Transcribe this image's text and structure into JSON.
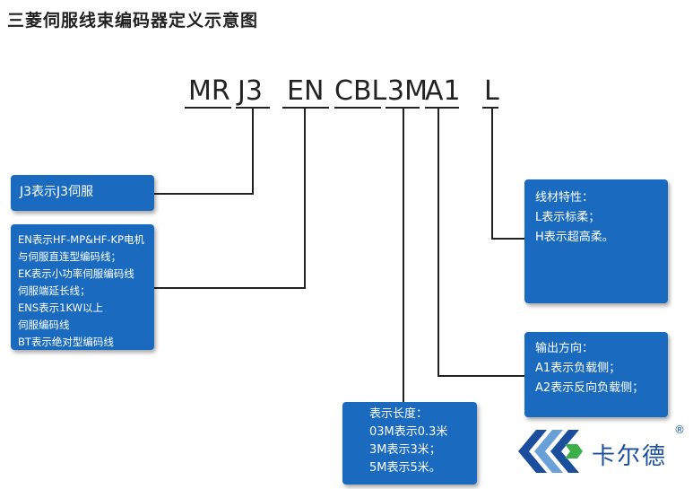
{
  "title": "三菱伺服线束编码器定义示意图",
  "code_segments": {
    "mr": "MR",
    "j3": "J3",
    "en": "EN",
    "cbl": "CBL",
    "len": "3M",
    "out": "A1",
    "line": "L"
  },
  "boxes": {
    "j3": {
      "lines": [
        "J3表示J3伺服"
      ]
    },
    "en": {
      "lines": [
        "EN表示HF-MP&HF-KP电机",
        "与伺服直连型编码线；",
        "EK表示小功率伺服编码线",
        "伺服端延长线；",
        "ENS表示1KW以上",
        "伺服编码线",
        "BT表示绝对型编码线"
      ]
    },
    "line": {
      "lines": [
        "线材特性：",
        "L表示标柔；",
        "H表示超高柔。"
      ]
    },
    "output": {
      "lines": [
        "输出方向：",
        "A1表示负载侧；",
        "A2表示反向负载侧；"
      ]
    },
    "length": {
      "lines": [
        "表示长度：",
        "03M表示0.3米",
        "3M表示3米；",
        "5M表示5米。"
      ]
    }
  },
  "logo": {
    "text": "卡尔德",
    "mark": "®",
    "colors": {
      "dark": "#1b4f9e",
      "light": "#6aa0d8",
      "green": "#3cae4a"
    }
  },
  "colors": {
    "box": "#1a6bbf",
    "line": "#222222"
  }
}
